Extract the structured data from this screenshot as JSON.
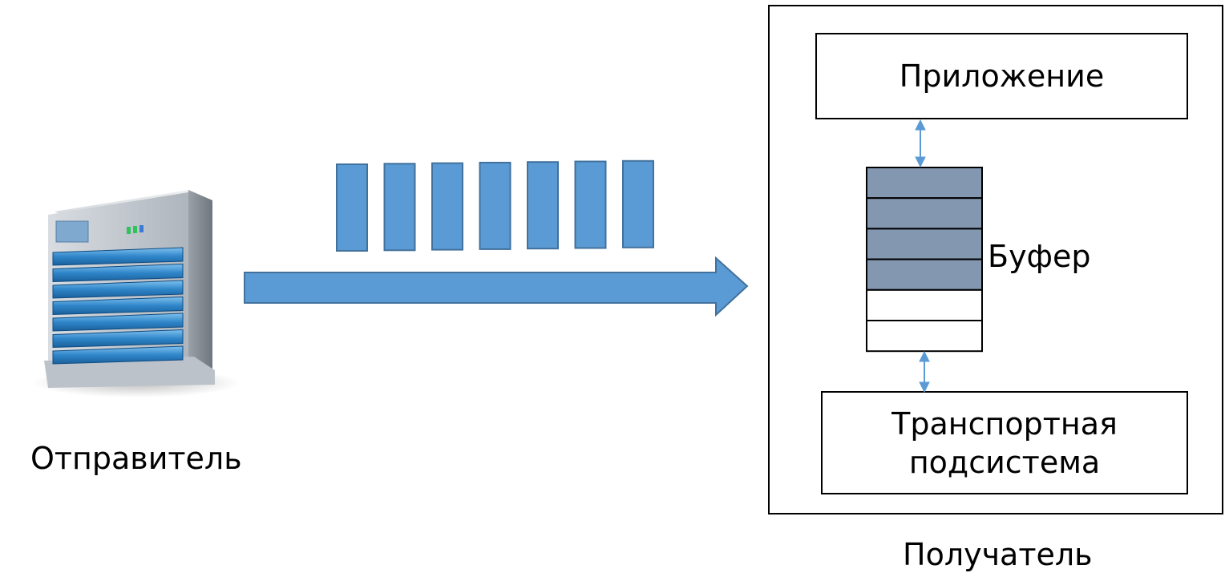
{
  "sender": {
    "label": "Отправитель",
    "icon": "server-icon",
    "packet_count": 7
  },
  "receiver": {
    "label": "Получатель",
    "application_label": "Приложение",
    "buffer_label": "Буфер",
    "transport_line1": "Транспортная",
    "transport_line2": "подсистема",
    "buffer_slots_total": 6,
    "buffer_slots_filled": 4
  },
  "colors": {
    "packet_fill": "#5b9bd5",
    "packet_stroke": "#41719c",
    "buffer_filled": "#8497b0",
    "link_arrow": "#5b9bd5",
    "box_stroke": "#000000"
  }
}
